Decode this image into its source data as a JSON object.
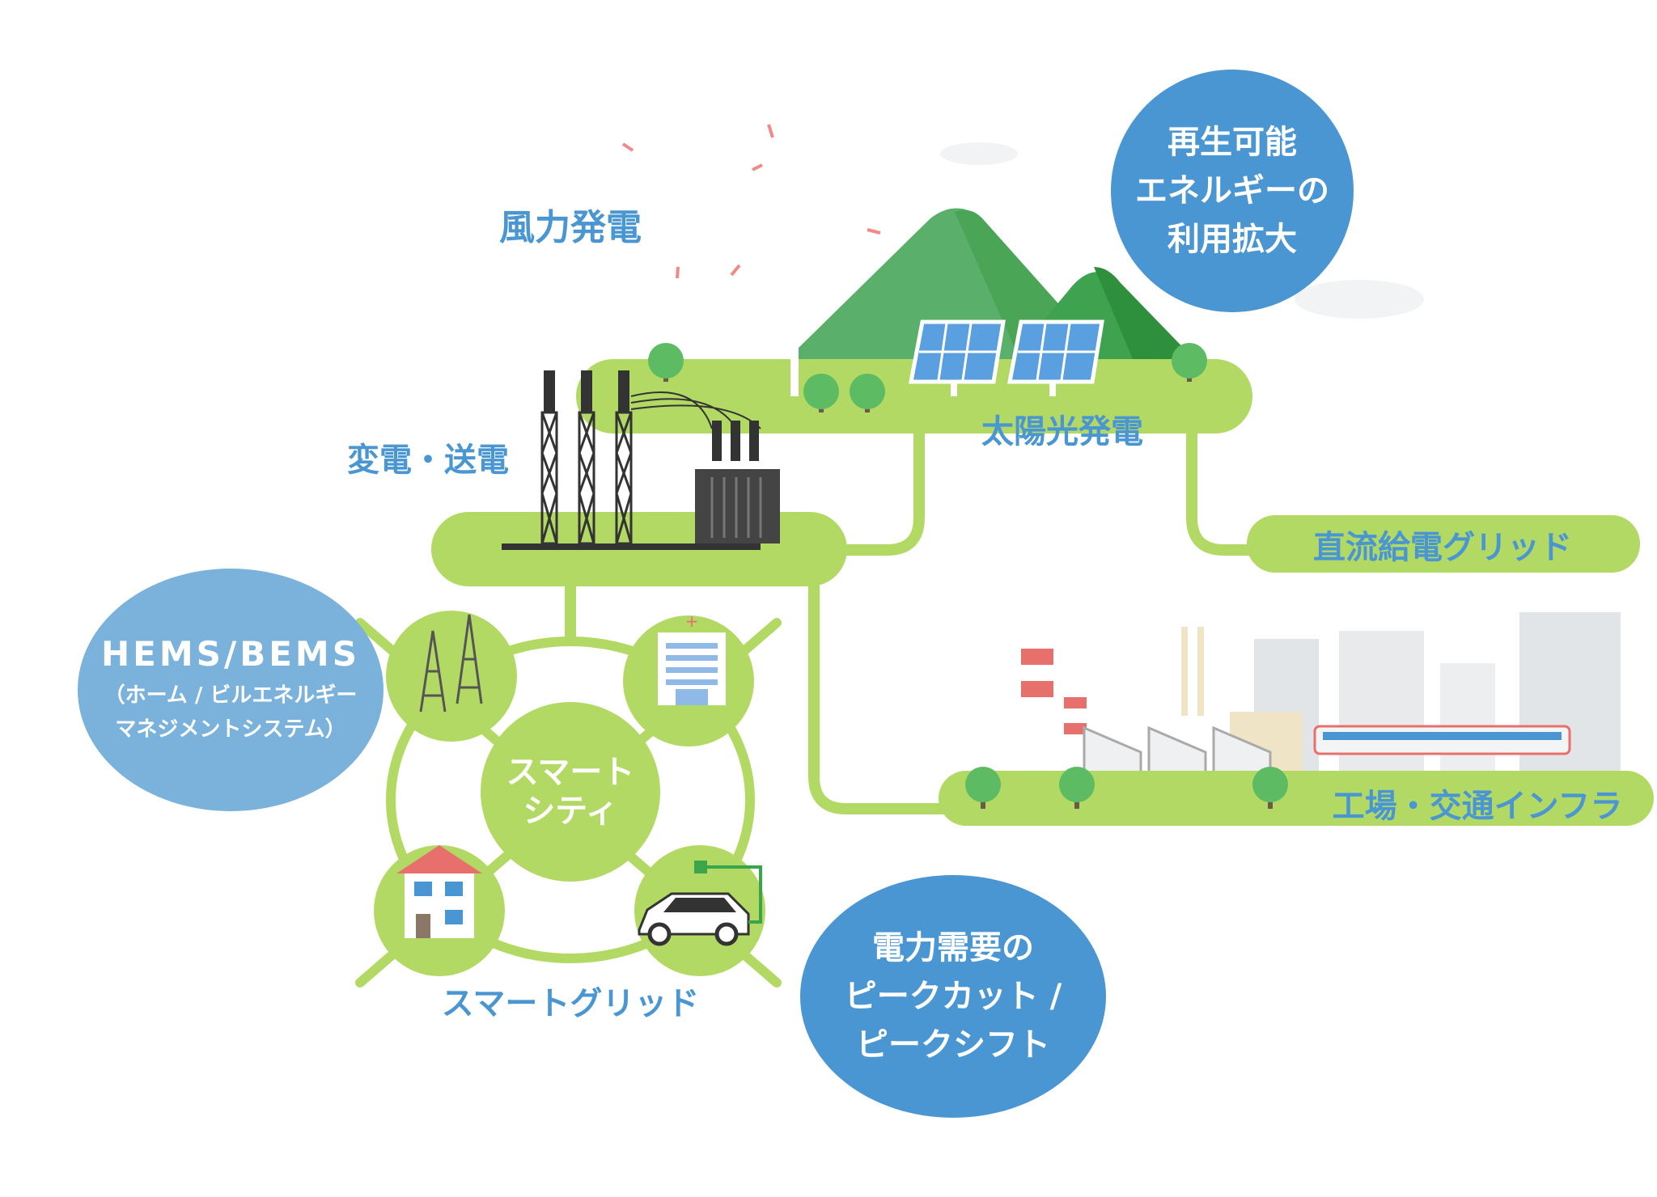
{
  "labels": {
    "wind": "風力発電",
    "solar": "太陽光発電",
    "substation": "変電・送電",
    "dc_grid": "直流給電グリッド",
    "factory": "工場・交通インフラ",
    "smart_city": [
      "スマート",
      "シティ"
    ],
    "smart_grid": "スマートグリッド"
  },
  "bubbles": {
    "renewable": [
      "再生可能",
      "エネルギーの",
      "利用拡大"
    ],
    "hems": {
      "title": "HEMS/BEMS",
      "lines": [
        "（ホーム / ビルエネルギー",
        "マネジメントシステム）"
      ]
    },
    "peak": [
      "電力需要の",
      "ピークカット /",
      "ピークシフト"
    ]
  },
  "colors": {
    "accent_blue": "#4a96d2",
    "light_blue": "#7ab2dc",
    "green": "#b3d965",
    "mountain": "#5aaf6a"
  }
}
